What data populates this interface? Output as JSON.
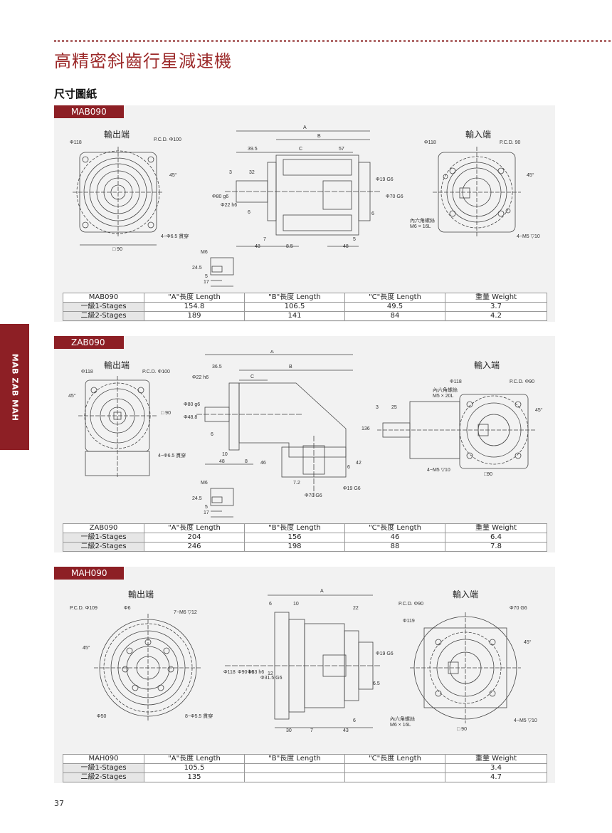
{
  "page_title": "高精密斜齒行星減速機",
  "section_title": "尺寸圖紙",
  "side_tab": "MAB ZAB MAH",
  "page_number": "37",
  "colors": {
    "accent": "#8d1f25",
    "title": "#9c2a2a",
    "panel": "#f2f2f2"
  },
  "models": [
    {
      "tag": "MAB090",
      "output_label": "輸出端",
      "input_label": "輸入端",
      "out_dims": {
        "phi": "Φ118",
        "pcd": "P.C.D. Φ100",
        "angle": "45°",
        "holes": "4−Φ6.5 貫穿",
        "square": "□ 90"
      },
      "side_dims": {
        "A": "A",
        "B": "B",
        "C": "C",
        "d1": "39.5",
        "d2": "57",
        "d3": "3",
        "d4": "32",
        "d5": "Φ80 g6",
        "d6": "Φ22 h6",
        "d7": "6",
        "d8": "Φ19 G6",
        "d9": "Φ70 G6",
        "d10": "6",
        "d11": "7",
        "d12": "48",
        "d13": "8.5",
        "d14": "5",
        "d15": "48"
      },
      "in_dims": {
        "phi": "Φ118",
        "pcd": "P.C.D. 90",
        "angle": "45°",
        "screw": "內六角螺絲",
        "screw_size": "M6 × 16L",
        "holes": "4−M5 ▽10"
      },
      "key_dims": {
        "m": "M6",
        "h": "24.5",
        "a": "5",
        "b": "17"
      },
      "table": {
        "headers": [
          "MAB090",
          "\"A\"長度 Length",
          "\"B\"長度 Length",
          "\"C\"長度 Length",
          "重量 Weight"
        ],
        "rows": [
          [
            "一級1-Stages",
            "154.8",
            "106.5",
            "49.5",
            "3.7"
          ],
          [
            "二級2-Stages",
            "189",
            "141",
            "84",
            "4.2"
          ]
        ]
      }
    },
    {
      "tag": "ZAB090",
      "output_label": "輸出端",
      "input_label": "輸入端",
      "out_dims": {
        "phi": "Φ118",
        "pcd": "P.C.D. Φ100",
        "angle": "45°",
        "holes": "4−Φ6.5 貫穿",
        "square": "□ 90"
      },
      "side_dims": {
        "A": "A",
        "B": "B",
        "C": "C",
        "d1": "36.5",
        "d2": "Φ22 h6",
        "d3": "Φ80 g6",
        "d4": "Φ48.8",
        "d5": "6",
        "d6": "10",
        "d7": "48",
        "d8": "8",
        "d9": "46",
        "d10": "136",
        "d11": "42",
        "d12": "6",
        "d13": "7.2",
        "d14": "Φ70 G6",
        "d15": "Φ19 G6"
      },
      "in_dims": {
        "phi": "Φ118",
        "pcd": "P.C.D. Φ90",
        "angle": "45°",
        "screw": "內六角螺絲",
        "screw_size": "M5 × 20L",
        "holes": "4−M5 ▽10",
        "square": "□90",
        "d1": "3",
        "d2": "25"
      },
      "key_dims": {
        "m": "M6",
        "h": "24.5",
        "a": "5",
        "b": "17"
      },
      "table": {
        "headers": [
          "ZAB090",
          "\"A\"長度 Length",
          "\"B\"長度 Length",
          "\"C\"長度 Length",
          "重量 Weight"
        ],
        "rows": [
          [
            "一級1-Stages",
            "204",
            "156",
            "46",
            "6.4"
          ],
          [
            "二級2-Stages",
            "246",
            "198",
            "88",
            "7.8"
          ]
        ]
      }
    },
    {
      "tag": "MAH090",
      "output_label": "輸出端",
      "input_label": "輸入端",
      "out_dims": {
        "pcd": "P.C.D. Φ109",
        "phi6": "Φ6",
        "holes7": "7−M6 ▽12",
        "angle": "45°",
        "phi50": "Φ50",
        "holes8": "8−Φ5.5 貫穿"
      },
      "side_dims": {
        "A": "A",
        "d1": "6",
        "d2": "10",
        "d3": "22",
        "d4": "Φ118",
        "d5": "Φ90 h6",
        "d6": "Φ63 h6",
        "d7": "Φ31.5 G6",
        "d8": "12",
        "d9": "Φ19 G6",
        "d10": "6.5",
        "d11": "6",
        "d12": "30",
        "d13": "7",
        "d14": "43"
      },
      "in_dims": {
        "pcd": "P.C.D. Φ90",
        "phi70": "Φ70 G6",
        "phi119": "Φ119",
        "angle": "45°",
        "screw": "內六角螺絲",
        "screw_size": "M6 × 16L",
        "square": "□ 90",
        "holes": "4−M5 ▽10"
      },
      "table": {
        "headers": [
          "MAH090",
          "\"A\"長度 Length",
          "\"B\"長度 Length",
          "\"C\"長度 Length",
          "重量 Weight"
        ],
        "rows": [
          [
            "一級1-Stages",
            "105.5",
            "",
            "",
            "3.4"
          ],
          [
            "二級2-Stages",
            "135",
            "",
            "",
            "4.7"
          ]
        ]
      }
    }
  ]
}
